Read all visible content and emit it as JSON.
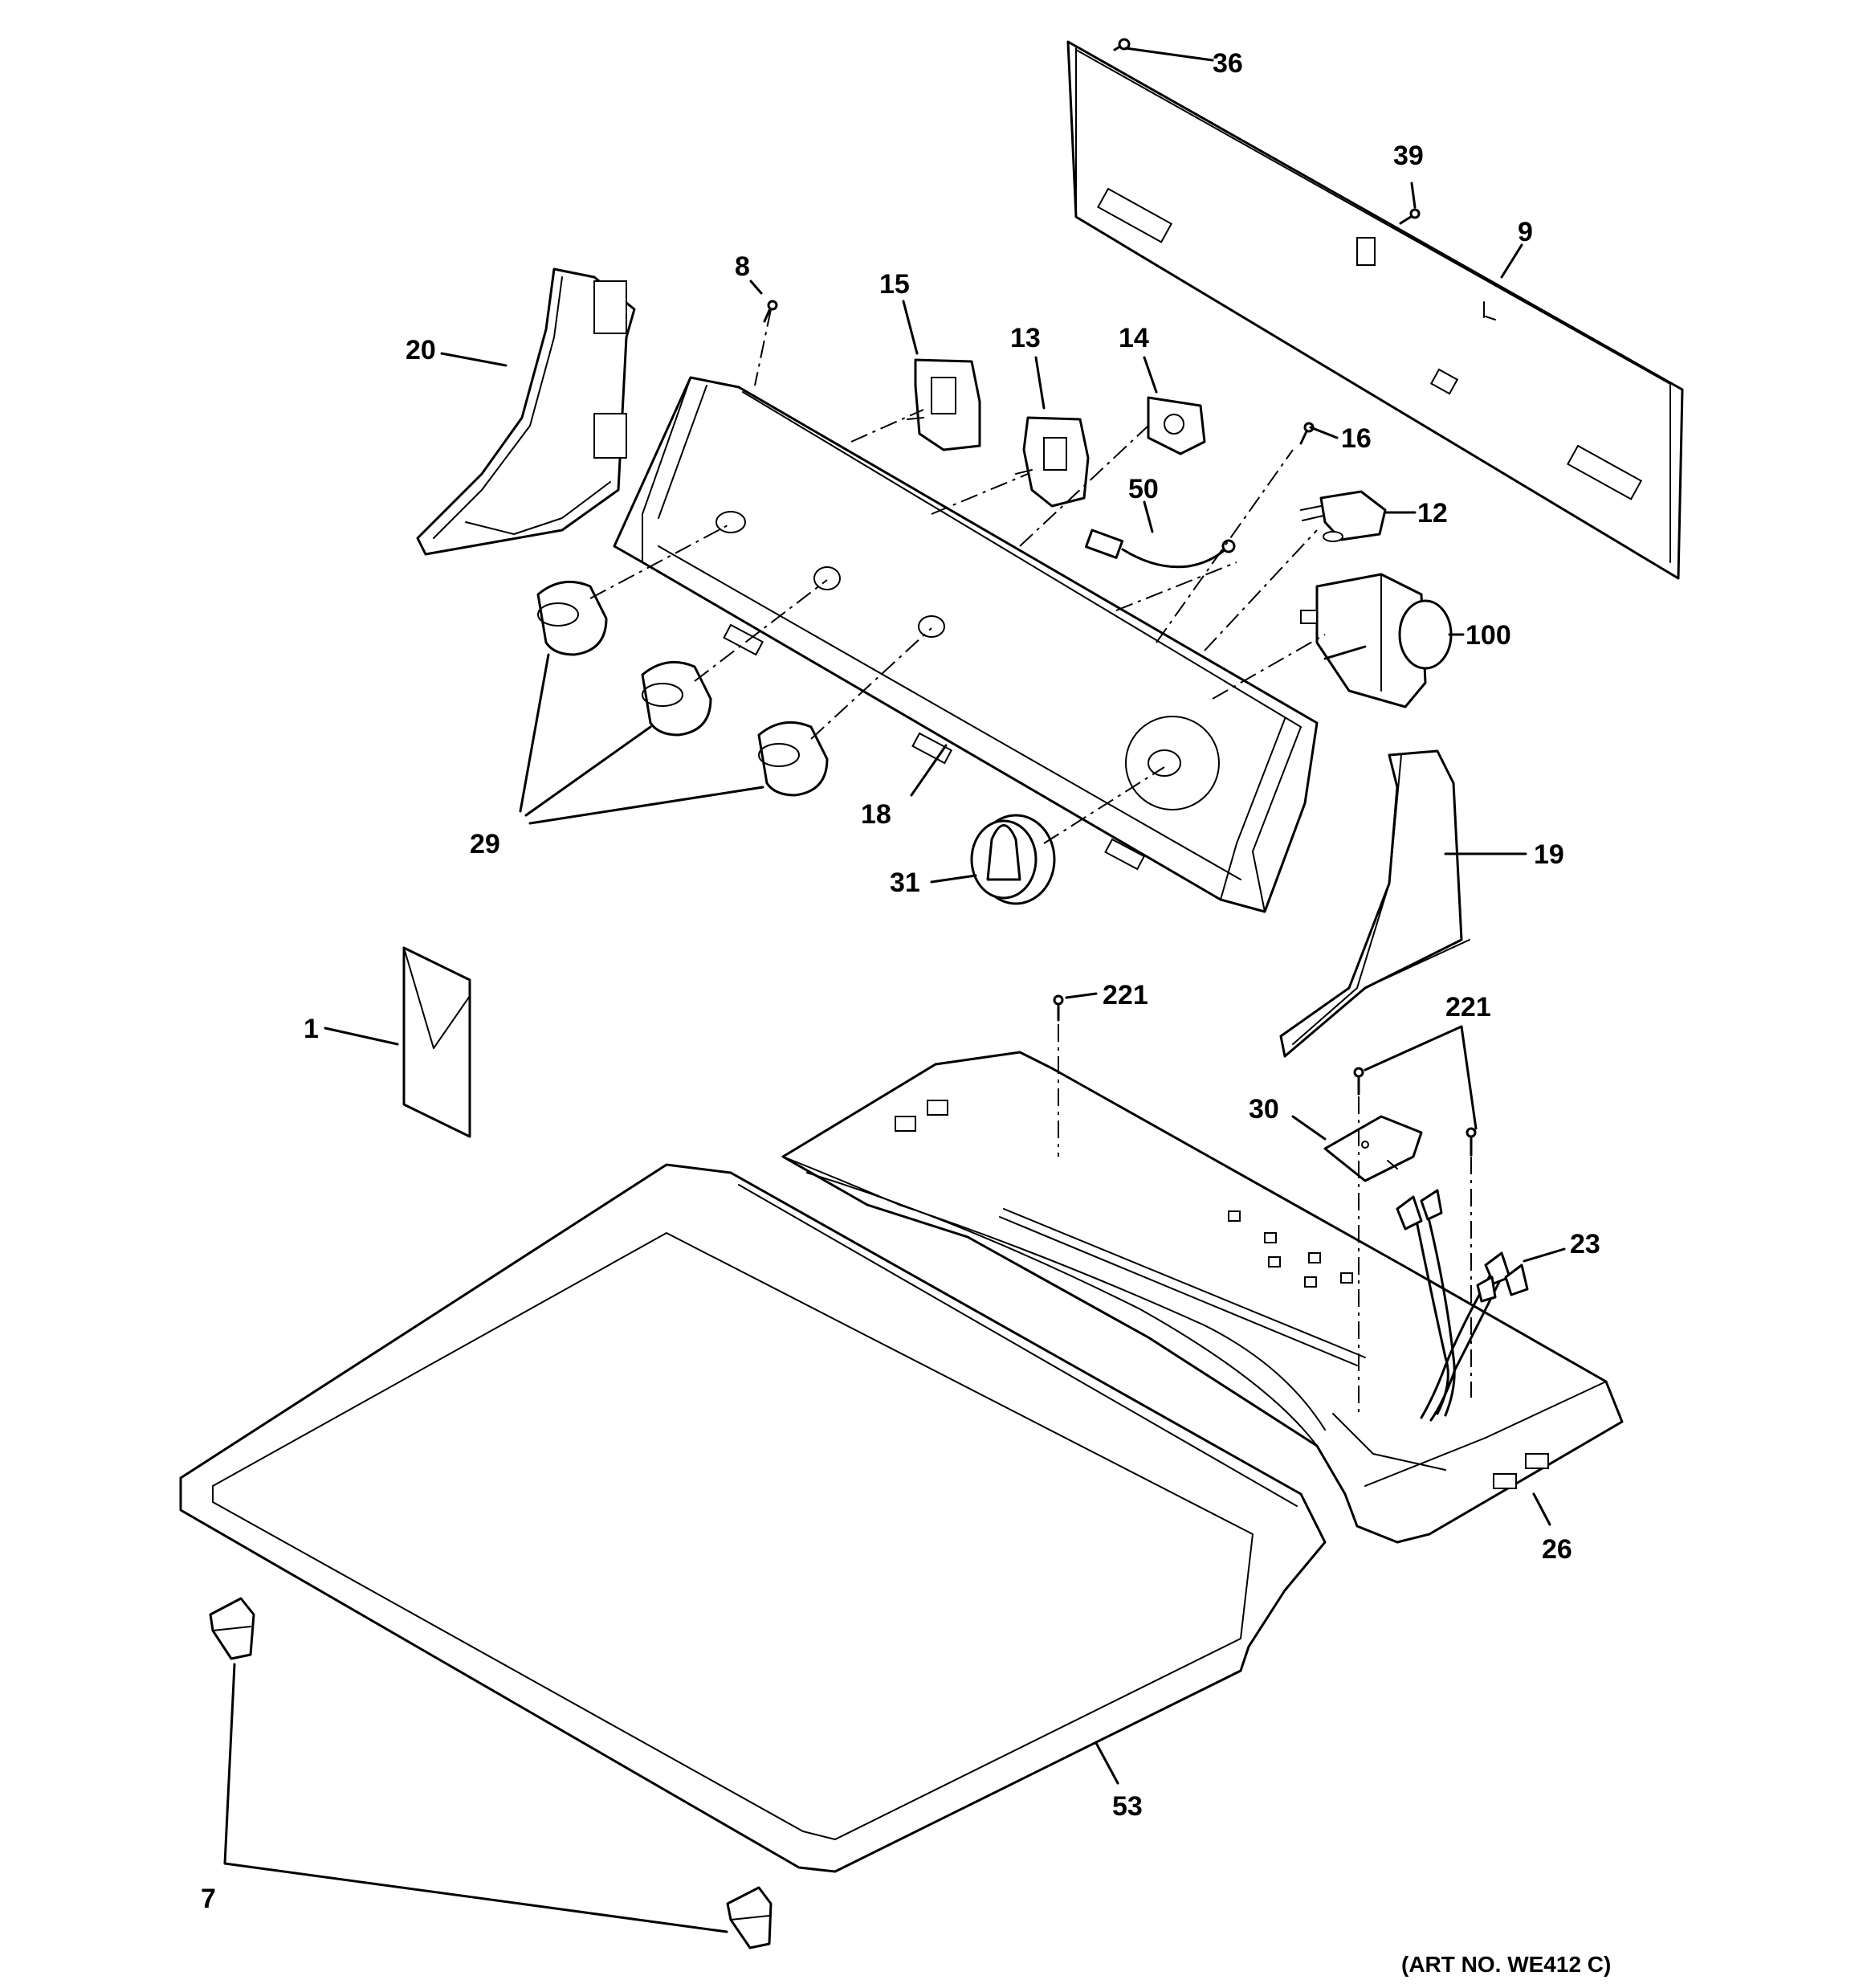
{
  "callouts": {
    "c36": "36",
    "c39": "39",
    "c9": "9",
    "c8": "8",
    "c15": "15",
    "c13": "13",
    "c14": "14",
    "c20": "20",
    "c16": "16",
    "c12": "12",
    "c50": "50",
    "c100": "100",
    "c29": "29",
    "c18": "18",
    "c31": "31",
    "c19": "19",
    "c1": "1",
    "c221a": "221",
    "c221b": "221",
    "c30": "30",
    "c23": "23",
    "c26": "26",
    "c53": "53",
    "c7": "7"
  },
  "art_number": "(ART NO. WE412 C)"
}
